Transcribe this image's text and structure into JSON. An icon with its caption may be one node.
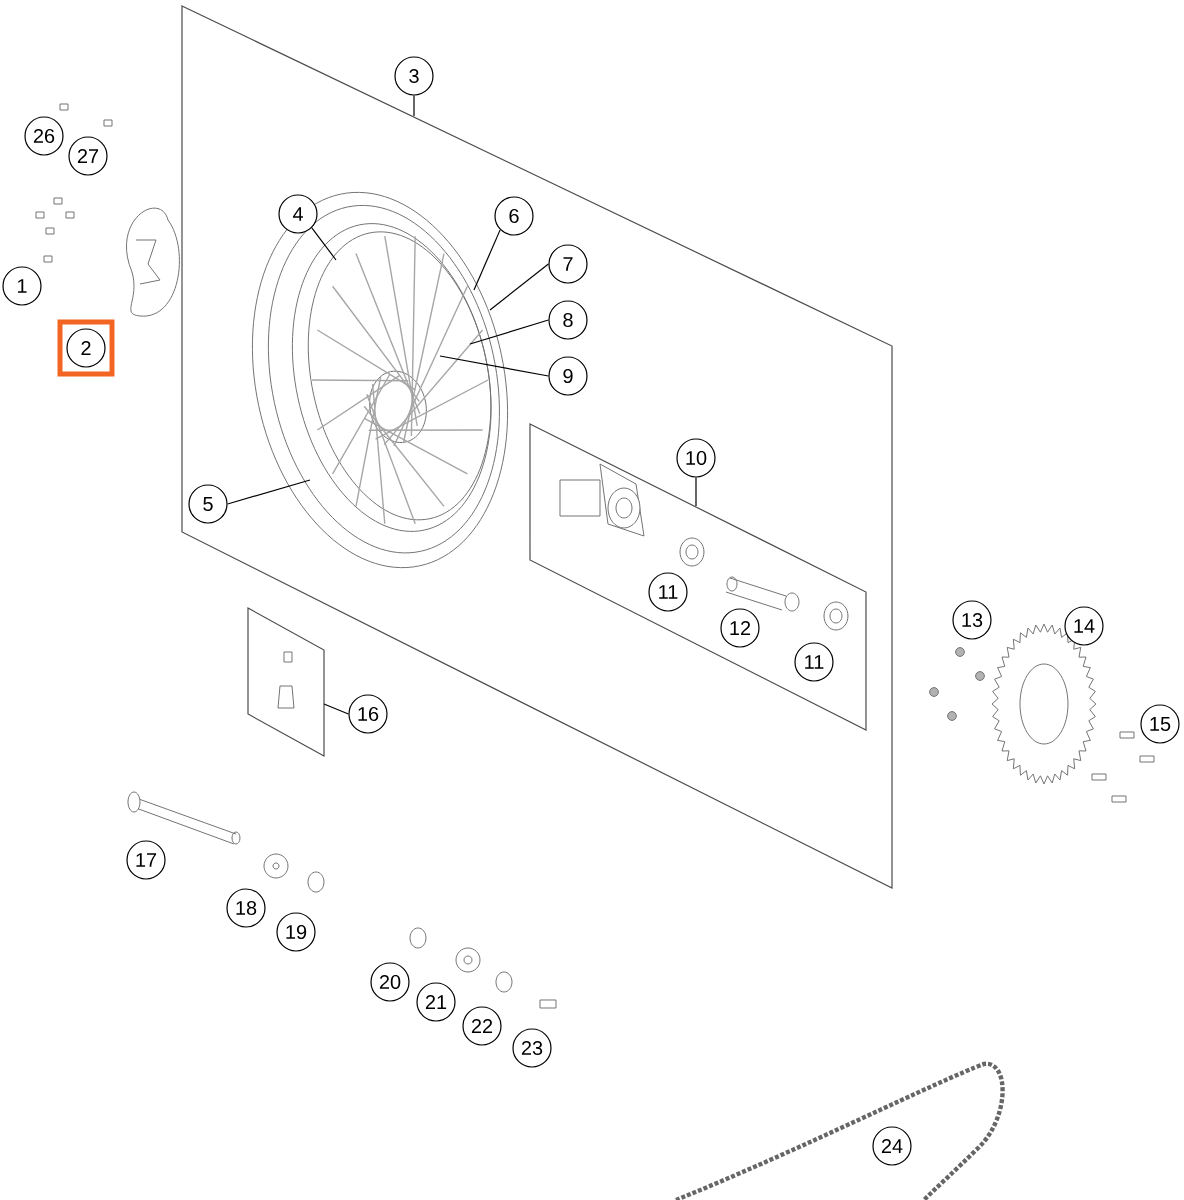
{
  "diagram": {
    "nodes": [
      {
        "text": [
          "3"
        ]
      },
      {
        "text": [
          "4"
        ]
      },
      {
        "text": [
          "6"
        ]
      },
      {
        "text": [
          "7"
        ]
      },
      {
        "text": [
          "8"
        ]
      },
      {
        "text": [
          "9"
        ]
      },
      {
        "text": [
          "5"
        ]
      },
      {
        "text": [
          "10"
        ]
      },
      {
        "text": [
          "16"
        ]
      },
      {
        "text": [
          "26"
        ]
      },
      {
        "text": [
          "27"
        ]
      },
      {
        "text": [
          "1"
        ]
      },
      {
        "text": [
          "2"
        ]
      },
      {
        "text": [
          "11"
        ]
      },
      {
        "text": [
          "12"
        ]
      },
      {
        "text": [
          "11"
        ]
      },
      {
        "text": [
          "13"
        ]
      },
      {
        "text": [
          "14"
        ]
      },
      {
        "text": [
          "15"
        ]
      },
      {
        "text": [
          "17"
        ]
      },
      {
        "text": [
          "18"
        ]
      },
      {
        "text": [
          "19"
        ]
      },
      {
        "text": [
          "20"
        ]
      },
      {
        "text": [
          "21"
        ]
      },
      {
        "text": [
          "22"
        ]
      },
      {
        "text": [
          "23"
        ]
      },
      {
        "text": [
          "24"
        ]
      }
    ],
    "edges": [
      {
        "from": 0,
        "to": null,
        "arrow": "none"
      },
      {
        "from": 1,
        "to": null,
        "arrow": "none"
      },
      {
        "from": 2,
        "to": null,
        "arrow": "none"
      },
      {
        "from": 3,
        "to": null,
        "arrow": "none"
      },
      {
        "from": 4,
        "to": null,
        "arrow": "none"
      },
      {
        "from": 5,
        "to": null,
        "arrow": "none"
      },
      {
        "from": 6,
        "to": null,
        "arrow": "none"
      },
      {
        "from": 7,
        "to": null,
        "arrow": "none"
      },
      {
        "from": 8,
        "to": null,
        "arrow": "none"
      }
    ]
  }
}
